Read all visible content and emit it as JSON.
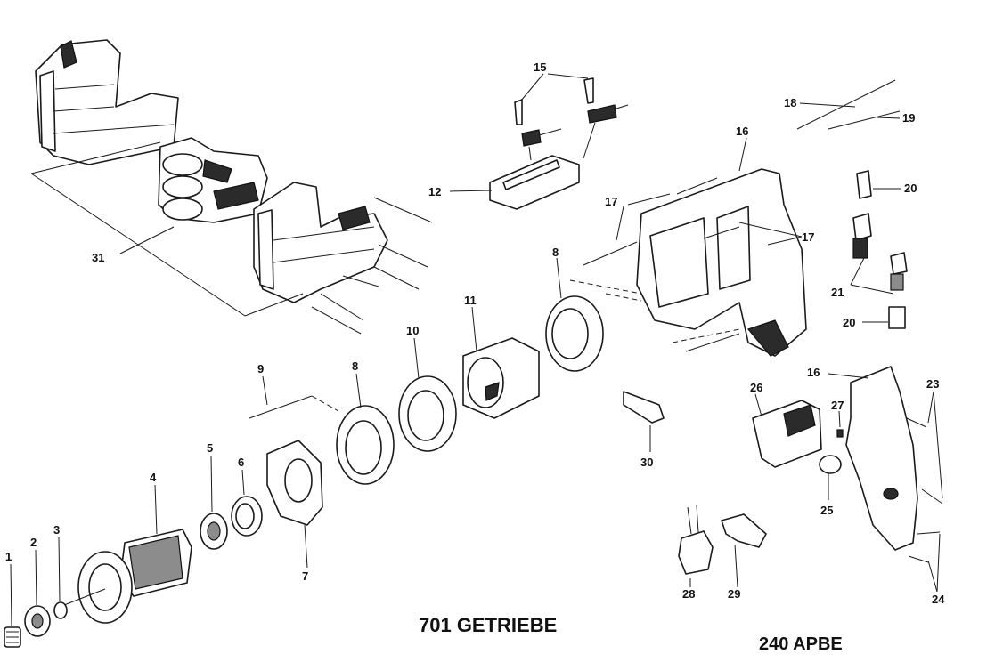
{
  "drawing": {
    "title": "701 GETRIEBE",
    "model": "240 APBE"
  },
  "part_numbers": {
    "n1": "1",
    "n2": "2",
    "n3": "3",
    "n4": "4",
    "n5": "5",
    "n6": "6",
    "n7": "7",
    "n8a": "8",
    "n8b": "8",
    "n9": "9",
    "n10": "10",
    "n11": "11",
    "n12": "12",
    "n15": "15",
    "n16a": "16",
    "n16b": "16",
    "n17a": "17",
    "n17b": "17",
    "n18": "18",
    "n19": "19",
    "n20a": "20",
    "n20b": "20",
    "n21": "21",
    "n23": "23",
    "n24": "24",
    "n25": "25",
    "n26": "26",
    "n27": "27",
    "n28": "28",
    "n29": "29",
    "n30": "30",
    "n31": "31"
  }
}
